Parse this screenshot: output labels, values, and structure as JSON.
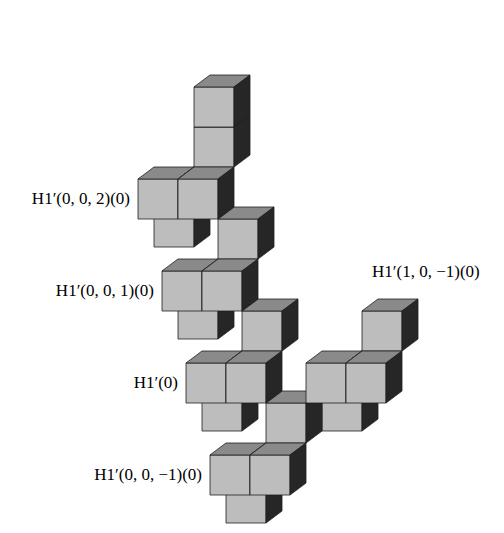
{
  "diagram": {
    "labels": [
      "H1′(0, 0, 2)(0)",
      "H1′(0, 0, 1)(0)",
      "H1′(1, 0, −1)(0)",
      "H1′(0)",
      "H1′(0, 0, −1)(0)"
    ]
  }
}
